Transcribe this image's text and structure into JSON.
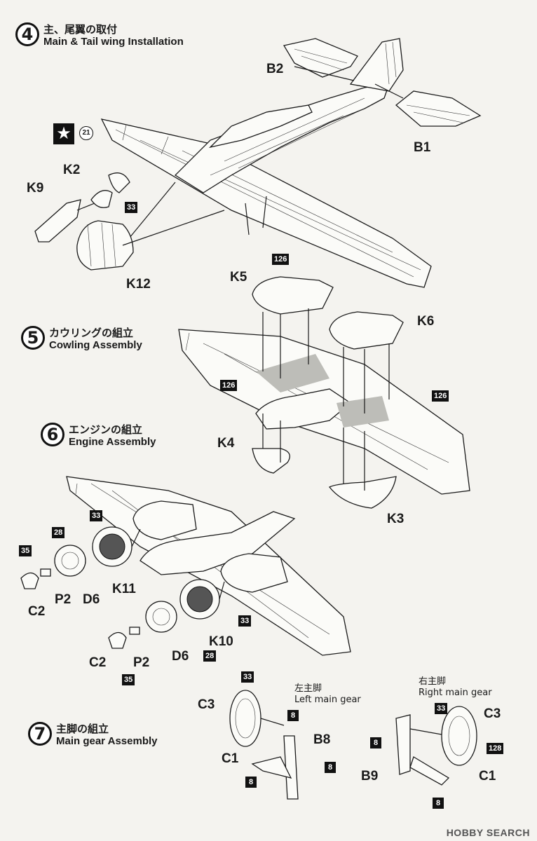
{
  "steps": [
    {
      "number": "4",
      "jp": "主、尾翼の取付",
      "en": "Main & Tail wing Installation"
    },
    {
      "number": "5",
      "jp": "カウリングの組立",
      "en": "Cowling Assembly"
    },
    {
      "number": "6",
      "jp": "エンジンの組立",
      "en": "Engine Assembly"
    },
    {
      "number": "7",
      "jp": "主脚の組立",
      "en": "Main gear Assembly"
    }
  ],
  "part_labels": {
    "b2": "B2",
    "b1": "B1",
    "k2": "K2",
    "k9": "K9",
    "k12": "K12",
    "k5": "K5",
    "k6": "K6",
    "k4": "K4",
    "k3": "K3",
    "k11": "K11",
    "p2a": "P2",
    "d6a": "D6",
    "c2a": "C2",
    "k10": "K10",
    "d6b": "D6",
    "c2b": "C2",
    "p2b": "P2",
    "c3l": "C3",
    "b8": "B8",
    "c1l": "C1",
    "c3r": "C3",
    "b9": "B9",
    "c1r": "C1"
  },
  "color_codes": {
    "c33a": "33",
    "c126a": "126",
    "c126b": "126",
    "c126c": "126",
    "c33b": "33",
    "c28a": "28",
    "c35a": "35",
    "c33c": "33",
    "c28b": "28",
    "c35b": "35",
    "c33d": "33",
    "c8a": "8",
    "c8b": "8",
    "c8c": "8",
    "c33e": "33",
    "c8d": "8",
    "c128": "128",
    "c8e": "8"
  },
  "decal": {
    "star_icon": "★",
    "number": "21"
  },
  "gear": {
    "left_jp": "左主脚",
    "left_en": "Left main gear",
    "right_jp": "右主脚",
    "right_en": "Right main gear"
  },
  "watermark": "HOBBY SEARCH",
  "colors": {
    "ink": "#1a1a1a",
    "paper": "#f4f3ef",
    "code_bg": "#111111"
  }
}
